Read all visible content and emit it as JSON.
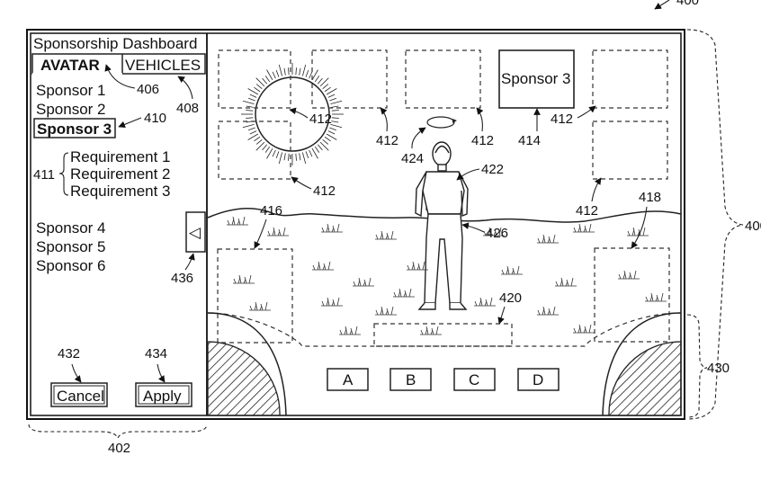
{
  "figure_number": "400",
  "panel": {
    "title": "Sponsorship Dashboard",
    "tabs": [
      {
        "label": "AVATAR",
        "active": true
      },
      {
        "label": "VEHICLES",
        "active": false
      }
    ],
    "sponsors_top": [
      "Sponsor 1",
      "Sponsor 2"
    ],
    "selected_sponsor": "Sponsor 3",
    "requirements": [
      "Requirement 1",
      "Requirement 2",
      "Requirement 3"
    ],
    "sponsors_bottom": [
      "Sponsor 4",
      "Sponsor 5",
      "Sponsor 6"
    ],
    "collapse_glyph": "◁",
    "cancel_label": "Cancel",
    "apply_label": "Apply"
  },
  "scene": {
    "placed_sponsor_label": "Sponsor 3",
    "buttons": [
      "A",
      "B",
      "C",
      "D"
    ]
  },
  "refs": {
    "r400": "400",
    "r402": "402",
    "r406": "406",
    "r408": "408",
    "r410": "410",
    "r411": "411",
    "r412": "412",
    "r414": "414",
    "r416": "416",
    "r418": "418",
    "r420": "420",
    "r422": "422",
    "r424": "424",
    "r426": "426",
    "r430": "430",
    "r432": "432",
    "r434": "434",
    "r436": "436"
  }
}
